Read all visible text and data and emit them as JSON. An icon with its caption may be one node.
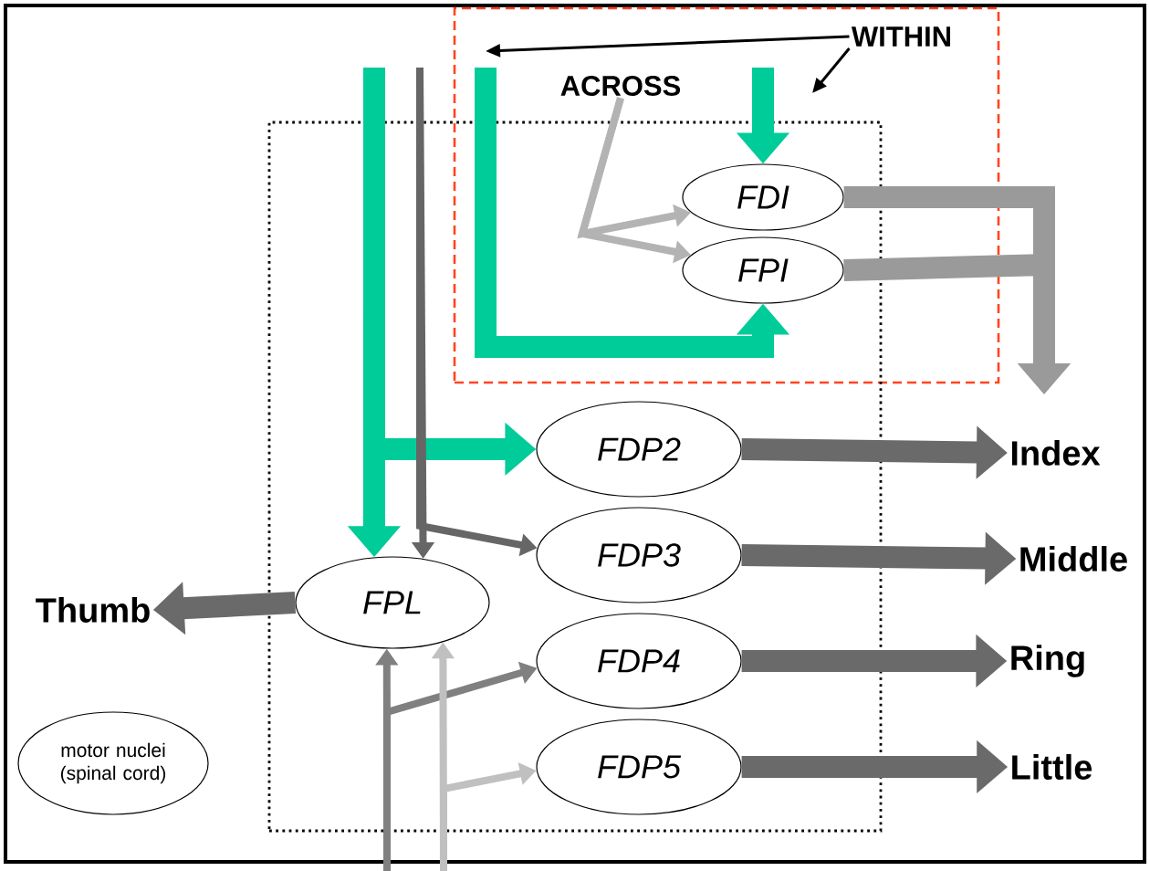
{
  "diagram": {
    "nodes": [
      {
        "text": [],
        "shape": "box"
      },
      {
        "text": [
          "WITHIN"
        ],
        "in": 0
      },
      {
        "text": [
          "ACROSS"
        ],
        "in": 0
      },
      {
        "text": [],
        "shape": "box"
      },
      {
        "text": [
          "FDI"
        ]
      },
      {
        "text": [
          "FPI"
        ]
      },
      {
        "text": [
          "FDP2"
        ],
        "in": 3
      },
      {
        "text": [
          "Index"
        ]
      },
      {
        "text": [
          "FDP3"
        ],
        "in": 3
      },
      {
        "text": [
          "Middle"
        ]
      },
      {
        "text": [
          "Thumb"
        ]
      },
      {
        "text": [
          "FPL"
        ],
        "in": 3
      },
      {
        "text": [
          "FDP4"
        ],
        "in": 3
      },
      {
        "text": [
          "Ring"
        ]
      },
      {
        "text": [
          "motor nuclei (spinal cord)"
        ]
      },
      {
        "text": [
          "FDP5"
        ],
        "in": 3
      },
      {
        "text": [
          "Little"
        ]
      }
    ],
    "edges": [
      {
        "from": null,
        "to": 4,
        "arrow": "to",
        "color": "#00cc99"
      },
      {
        "from": 2,
        "to": 4,
        "arrow": "to",
        "color": "#b3b3b3"
      },
      {
        "from": 2,
        "to": 5,
        "arrow": "to",
        "color": "#b3b3b3"
      },
      {
        "from": null,
        "to": 5,
        "arrow": "to",
        "color": "#00cc99"
      },
      {
        "from": null,
        "to": 11,
        "arrow": "to",
        "color": "#00cc99"
      },
      {
        "from": null,
        "to": 6,
        "arrow": "to",
        "color": "#00cc99"
      },
      {
        "from": null,
        "to": 11,
        "arrow": "to",
        "color": "#666666"
      },
      {
        "from": null,
        "to": 8,
        "arrow": "to",
        "color": "#666666"
      },
      {
        "from": null,
        "to": 11,
        "arrow": "to",
        "color": "#808080"
      },
      {
        "from": null,
        "to": 12,
        "arrow": "to",
        "color": "#808080"
      },
      {
        "from": null,
        "to": 11,
        "arrow": "to",
        "color": "#c0c0c0"
      },
      {
        "from": null,
        "to": 15,
        "arrow": "to",
        "color": "#c0c0c0"
      },
      {
        "from": 4,
        "to": null,
        "arrow": "to",
        "color": "#9a9a9a"
      },
      {
        "from": 5,
        "to": null,
        "arrow": "to",
        "color": "#9a9a9a"
      },
      {
        "from": 6,
        "to": 7,
        "arrow": "to",
        "color": "#6a6a6a"
      },
      {
        "from": 8,
        "to": 9,
        "arrow": "to",
        "color": "#6a6a6a"
      },
      {
        "from": 12,
        "to": 13,
        "arrow": "to",
        "color": "#6a6a6a"
      },
      {
        "from": 15,
        "to": 16,
        "arrow": "to",
        "color": "#6a6a6a"
      },
      {
        "from": 11,
        "to": 10,
        "arrow": "to",
        "color": "#6a6a6a"
      },
      {
        "from": 1,
        "to": null,
        "arrow": "to",
        "color": "#000000"
      },
      {
        "from": 1,
        "to": null,
        "arrow": "to",
        "color": "#000000"
      }
    ]
  }
}
